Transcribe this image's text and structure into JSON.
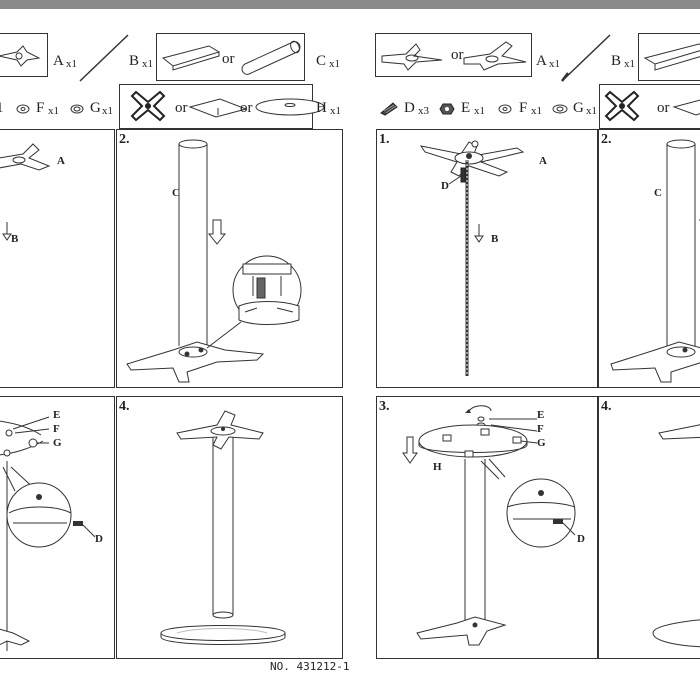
{
  "header": {
    "left": {
      "part_a": "A",
      "qty_a": "x1",
      "part_b": "B",
      "qty_b": "x1",
      "or_b": "or",
      "part_c": "C",
      "qty_c": "x1",
      "part_f": "F",
      "qty_f": "x1",
      "part_g": "G",
      "qty_g": "x1",
      "or_h1": "or",
      "or_h2": "or",
      "part_h": "H",
      "qty_h": "x1",
      "lead_qty": "1"
    },
    "right": {
      "or_a": "or",
      "part_a": "A",
      "qty_a": "x1",
      "part_b": "B",
      "qty_b": "x1",
      "part_d": "D",
      "qty_d": "x3",
      "part_e": "E",
      "qty_e": "x1",
      "part_f": "F",
      "qty_f": "x1",
      "part_g": "G",
      "qty_g": "x1",
      "or_h": "or"
    }
  },
  "steps": {
    "left_1": {
      "label_a": "A",
      "label_b": "B"
    },
    "left_2": {
      "number": "2.",
      "label_c": "C"
    },
    "left_3": {
      "label_e": "E",
      "label_f": "F",
      "label_g": "G",
      "label_d": "D"
    },
    "left_4": {
      "number": "4."
    },
    "right_1": {
      "number": "1.",
      "label_a": "A",
      "label_d": "D",
      "label_b": "B"
    },
    "right_2": {
      "number": "2.",
      "label_c": "C"
    },
    "right_3": {
      "number": "3.",
      "label_e": "E",
      "label_f": "F",
      "label_g": "G",
      "label_h": "H",
      "label_d": "D"
    },
    "right_4": {
      "number": "4."
    }
  },
  "footer": {
    "doc_number": "NO. 431212-1"
  }
}
